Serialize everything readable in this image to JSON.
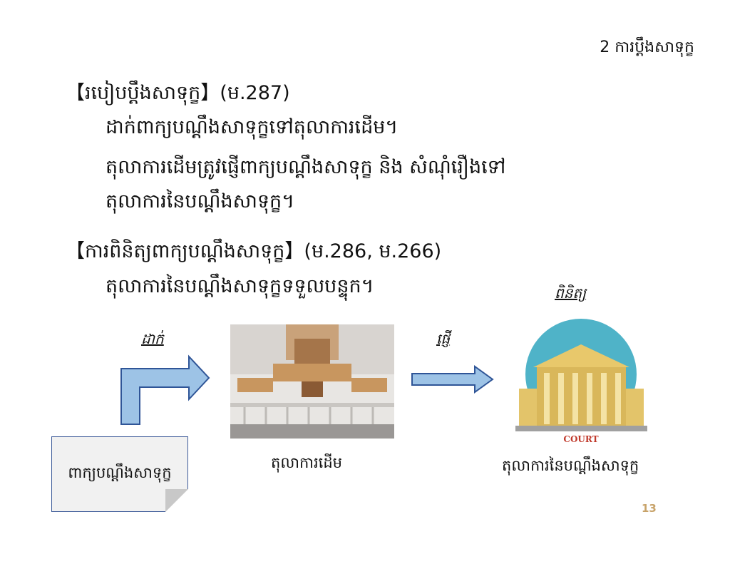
{
  "slide_title": "2 ការប្តឹងសាទុក្ខ",
  "section1": {
    "heading": "【របៀបប្តឹងសាទុក្ខ】(ម.287)",
    "lines": [
      "ដាក់ពាក្យបណ្តឹងសាទុក្ខទៅតុលាការដើម។",
      "តុលាការដើមត្រូវផ្ញើពាក្យបណ្តឹងសាទុក្ខ និង សំណុំរឿងទៅ",
      "តុលាការនៃបណ្តឹងសាទុក្ខ។"
    ]
  },
  "section2": {
    "heading": "【ការពិនិត្យពាក្យបណ្តឹងសាទុក្ខ】(ម.286, ម.266)",
    "lines": [
      "តុលាការនៃបណ្តឹងសាទុក្ខទទួលបន្ទុក។"
    ]
  },
  "diagram": {
    "submit_label": "ដាក់",
    "send_label": "ផ្ញើ",
    "review_label": "ពិនិត្យ",
    "document_label": "ពាក្យបណ្តឹងសាទុក្ខ",
    "first_court_label": "តុលាការដើម",
    "appeal_court_label": "តុលាការនៃបណ្តឹងសាទុក្ខ",
    "court_sign": "COURT"
  },
  "page_number": "13"
}
